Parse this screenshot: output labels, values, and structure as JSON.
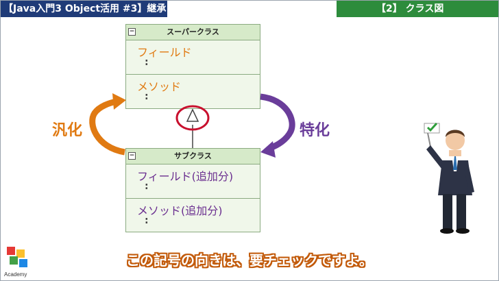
{
  "header": {
    "title": "【Java入門3 Object活用 #3】継承",
    "section": "【2】 クラス図"
  },
  "diagram": {
    "super_class": {
      "name": "スーパークラス",
      "fields_label": "フィールド",
      "fields_dots": ":",
      "methods_label": "メソッド",
      "methods_dots": ":"
    },
    "sub_class": {
      "name": "サブクラス",
      "fields_label": "フィールド(追加分)",
      "fields_dots": ":",
      "methods_label": "メソッド(追加分)",
      "methods_dots": ":"
    },
    "generalization_label": "汎化",
    "specialization_label": "特化",
    "colors": {
      "generalization": "#e07a12",
      "specialization": "#6a3d9a",
      "highlight": "#c8102e"
    }
  },
  "caption": "この記号の向きは、要チェックですよ。",
  "logo": {
    "text": "Academy"
  },
  "presenter": {
    "sign_icon": "check-icon"
  }
}
